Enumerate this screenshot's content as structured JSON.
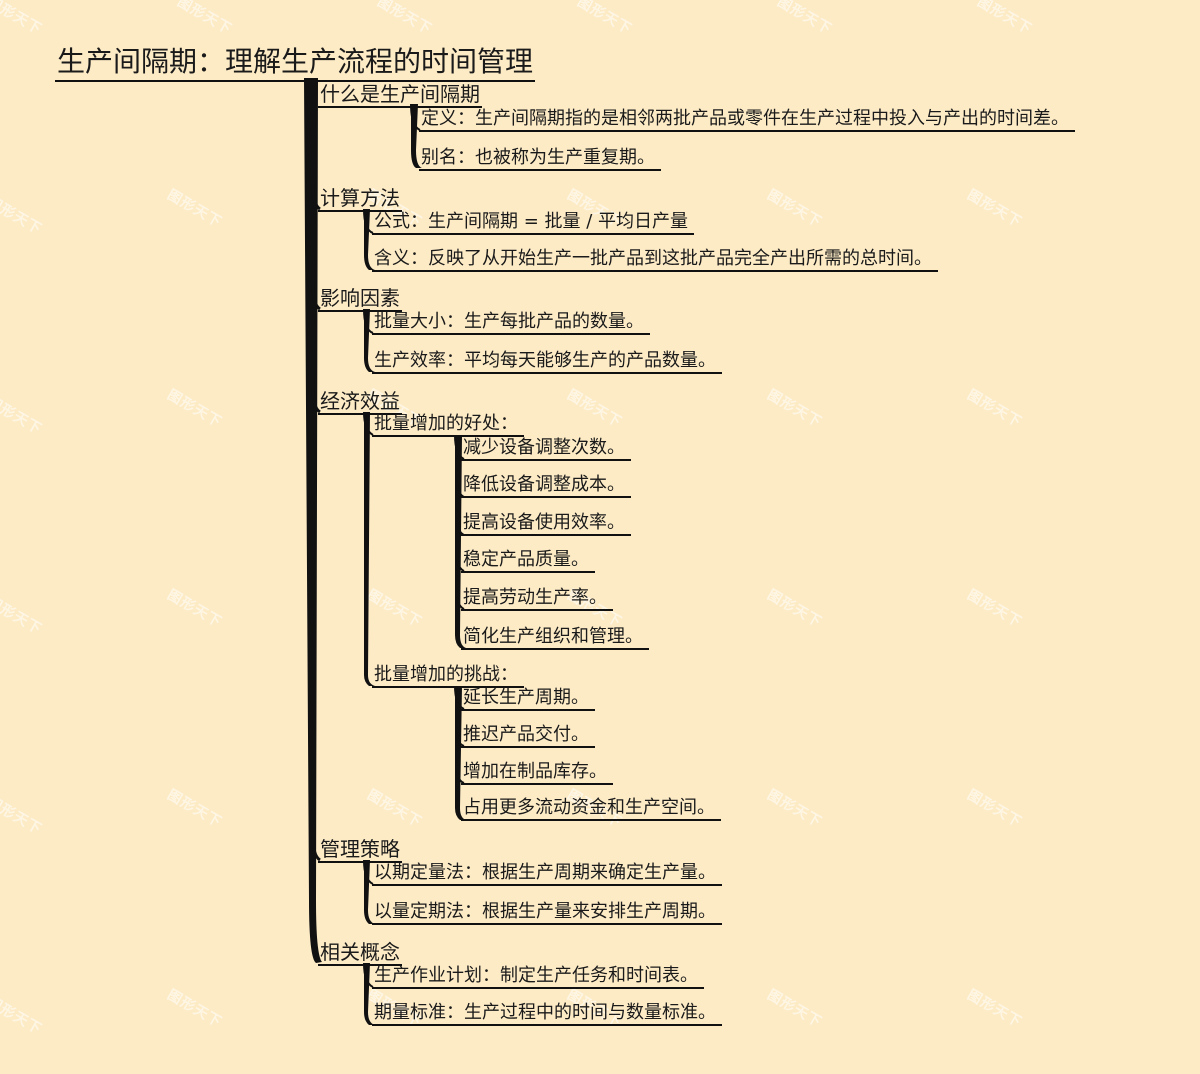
{
  "watermark": "图形天下",
  "colors": {
    "background": "#fdebc6",
    "line": "#111111"
  },
  "mindmap": {
    "root": "生产间隔期：理解生产流程的时间管理",
    "branches": [
      {
        "label": "什么是生产间隔期",
        "children": [
          {
            "label": "定义：生产间隔期指的是相邻两批产品或零件在生产过程中投入与产出的时间差。"
          },
          {
            "label": "别名：也被称为生产重复期。"
          }
        ]
      },
      {
        "label": "计算方法",
        "children": [
          {
            "label": "公式：生产间隔期 = 批量 / 平均日产量"
          },
          {
            "label": "含义：反映了从开始生产一批产品到这批产品完全产出所需的总时间。"
          }
        ]
      },
      {
        "label": "影响因素",
        "children": [
          {
            "label": "批量大小：生产每批产品的数量。"
          },
          {
            "label": "生产效率：平均每天能够生产的产品数量。"
          }
        ]
      },
      {
        "label": "经济效益",
        "children": [
          {
            "label": "批量增加的好处：",
            "children": [
              {
                "label": "减少设备调整次数。"
              },
              {
                "label": "降低设备调整成本。"
              },
              {
                "label": "提高设备使用效率。"
              },
              {
                "label": "稳定产品质量。"
              },
              {
                "label": "提高劳动生产率。"
              },
              {
                "label": "简化生产组织和管理。"
              }
            ]
          },
          {
            "label": "批量增加的挑战：",
            "children": [
              {
                "label": "延长生产周期。"
              },
              {
                "label": "推迟产品交付。"
              },
              {
                "label": "增加在制品库存。"
              },
              {
                "label": "占用更多流动资金和生产空间。"
              }
            ]
          }
        ]
      },
      {
        "label": "管理策略",
        "children": [
          {
            "label": "以期定量法：根据生产周期来确定生产量。"
          },
          {
            "label": "以量定期法：根据生产量来安排生产周期。"
          }
        ]
      },
      {
        "label": "相关概念",
        "children": [
          {
            "label": "生产作业计划：制定生产任务和时间表。"
          },
          {
            "label": "期量标准：生产过程中的时间与数量标准。"
          }
        ]
      }
    ]
  }
}
